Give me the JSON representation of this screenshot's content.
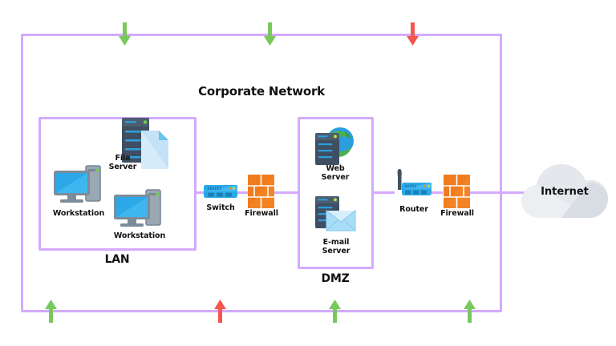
{
  "diagram": {
    "title": "Corporate Network",
    "colors": {
      "zone_border": "#d4aaff",
      "link": "#d4aaff",
      "arrow_allowed": "#79c85c",
      "arrow_blocked": "#f4564e",
      "firewall": "#f07c1e",
      "switch": "#29a9e8",
      "router": "#29a9e8",
      "workstation_screen": "#2ca8e8",
      "cloud": "#e4e8ec",
      "server_rack": "#4a5a6b",
      "text": "#111111"
    },
    "zones": [
      {
        "id": "corporate",
        "label": "Corporate Network"
      },
      {
        "id": "lan",
        "label": "LAN"
      },
      {
        "id": "dmz",
        "label": "DMZ"
      }
    ],
    "nodes": [
      {
        "id": "file-server",
        "label": "File\nServer",
        "zone": "lan",
        "icon": "file-server-icon"
      },
      {
        "id": "workstation-1",
        "label": "Workstation",
        "zone": "lan",
        "icon": "workstation-icon"
      },
      {
        "id": "workstation-2",
        "label": "Workstation",
        "zone": "lan",
        "icon": "workstation-icon"
      },
      {
        "id": "switch",
        "label": "Switch",
        "zone": "corporate",
        "icon": "switch-icon"
      },
      {
        "id": "firewall-inner",
        "label": "Firewall",
        "zone": "corporate",
        "icon": "firewall-icon"
      },
      {
        "id": "web-server",
        "label": "Web\nServer",
        "zone": "dmz",
        "icon": "web-server-icon"
      },
      {
        "id": "email-server",
        "label": "E-mail\nServer",
        "zone": "dmz",
        "icon": "email-server-icon"
      },
      {
        "id": "router",
        "label": "Router",
        "zone": "corporate",
        "icon": "router-icon"
      },
      {
        "id": "firewall-outer",
        "label": "Firewall",
        "zone": "corporate",
        "icon": "firewall-icon"
      },
      {
        "id": "internet",
        "label": "Internet",
        "zone": "external",
        "icon": "cloud-icon"
      }
    ],
    "traffic_arrows": [
      {
        "id": "top-arrow-1",
        "direction": "down",
        "status": "allowed",
        "color": "#79c85c"
      },
      {
        "id": "top-arrow-2",
        "direction": "down",
        "status": "allowed",
        "color": "#79c85c"
      },
      {
        "id": "top-arrow-3",
        "direction": "down",
        "status": "blocked",
        "color": "#f4564e"
      },
      {
        "id": "bottom-arrow-1",
        "direction": "up",
        "status": "allowed",
        "color": "#79c85c"
      },
      {
        "id": "bottom-arrow-2",
        "direction": "up",
        "status": "blocked",
        "color": "#f4564e"
      },
      {
        "id": "bottom-arrow-3",
        "direction": "up",
        "status": "allowed",
        "color": "#79c85c"
      },
      {
        "id": "bottom-arrow-4",
        "direction": "up",
        "status": "allowed",
        "color": "#79c85c"
      }
    ]
  }
}
